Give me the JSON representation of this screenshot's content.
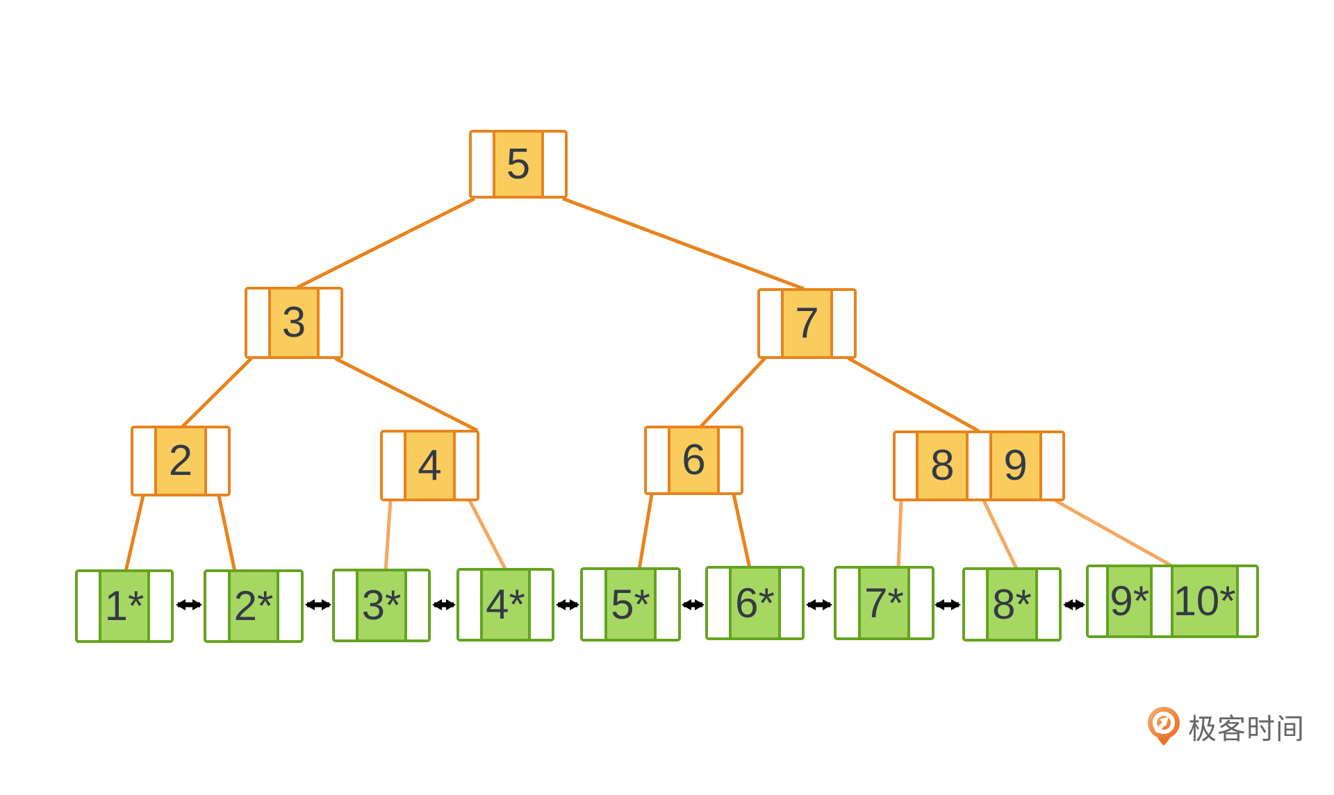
{
  "diagram_kind": "b-plus-tree",
  "nodes": {
    "root": {
      "keys": [
        "5"
      ]
    },
    "level2": [
      {
        "keys": [
          "3"
        ]
      },
      {
        "keys": [
          "7"
        ]
      }
    ],
    "level3": [
      {
        "keys": [
          "2"
        ]
      },
      {
        "keys": [
          "4"
        ]
      },
      {
        "keys": [
          "6"
        ]
      },
      {
        "keys": [
          "8",
          "9"
        ]
      }
    ],
    "leaves": [
      {
        "keys": [
          "1*"
        ]
      },
      {
        "keys": [
          "2*"
        ]
      },
      {
        "keys": [
          "3*"
        ]
      },
      {
        "keys": [
          "4*"
        ]
      },
      {
        "keys": [
          "5*"
        ]
      },
      {
        "keys": [
          "6*"
        ]
      },
      {
        "keys": [
          "7*"
        ]
      },
      {
        "keys": [
          "8*"
        ]
      },
      {
        "keys": [
          "9*",
          "10*"
        ]
      }
    ]
  },
  "icons": {
    "leaf_link": "double-headed-arrow-icon",
    "logo": "geektime-pin-icon"
  },
  "logo": {
    "text": "极客时间"
  },
  "colors": {
    "internal_border": "#E8831D",
    "internal_fill": "#FACC5E",
    "edge_dark": "#E8831C",
    "edge_light": "#F5A860",
    "leaf_border": "#64A320",
    "leaf_fill": "#A7D763",
    "key_text": "#333A45",
    "leaf_link_arrow": "#000000",
    "logo_orange": "#E97427",
    "logo_text": "#666666"
  }
}
